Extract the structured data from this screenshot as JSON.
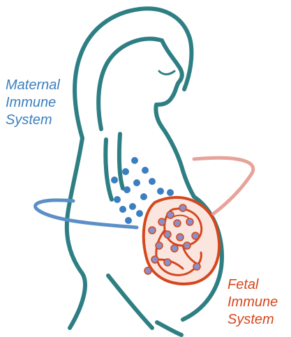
{
  "labels": {
    "maternal": [
      "Maternal",
      "Immune",
      "System"
    ],
    "fetal": [
      "Fetal",
      "Immune",
      "System"
    ]
  },
  "colors": {
    "outline": "#2e7f83",
    "maternal": "#3a7fbf",
    "maternal_arrow": "#5b8fc7",
    "fetal": "#d5471d",
    "fetal_arrow": "#e7a39a",
    "womb_fill": "#fbe6df",
    "fetal_cell": "#8a8fc7"
  }
}
